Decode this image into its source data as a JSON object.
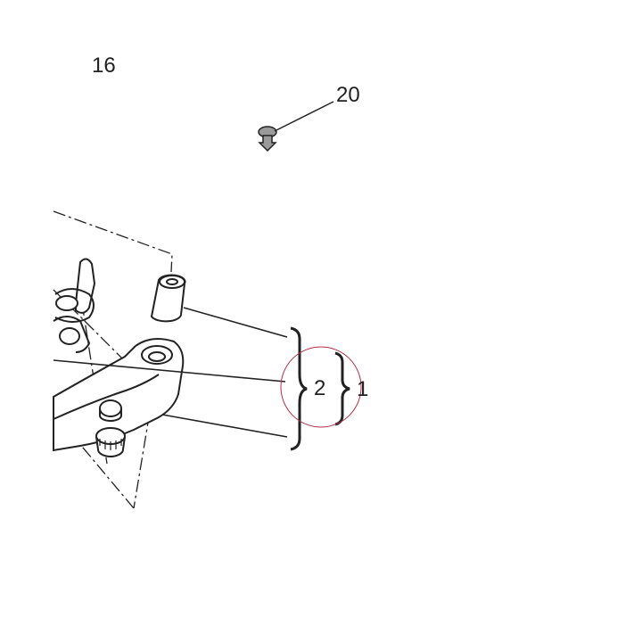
{
  "diagram": {
    "callouts": {
      "part_16": "16",
      "part_20": "20",
      "part_2": "2",
      "part_1": "1"
    },
    "colors": {
      "line": "#222222",
      "part_fill": "#ffffff",
      "clip_fill": "#9a9a9a",
      "highlight_circle": "#b0304a"
    }
  }
}
